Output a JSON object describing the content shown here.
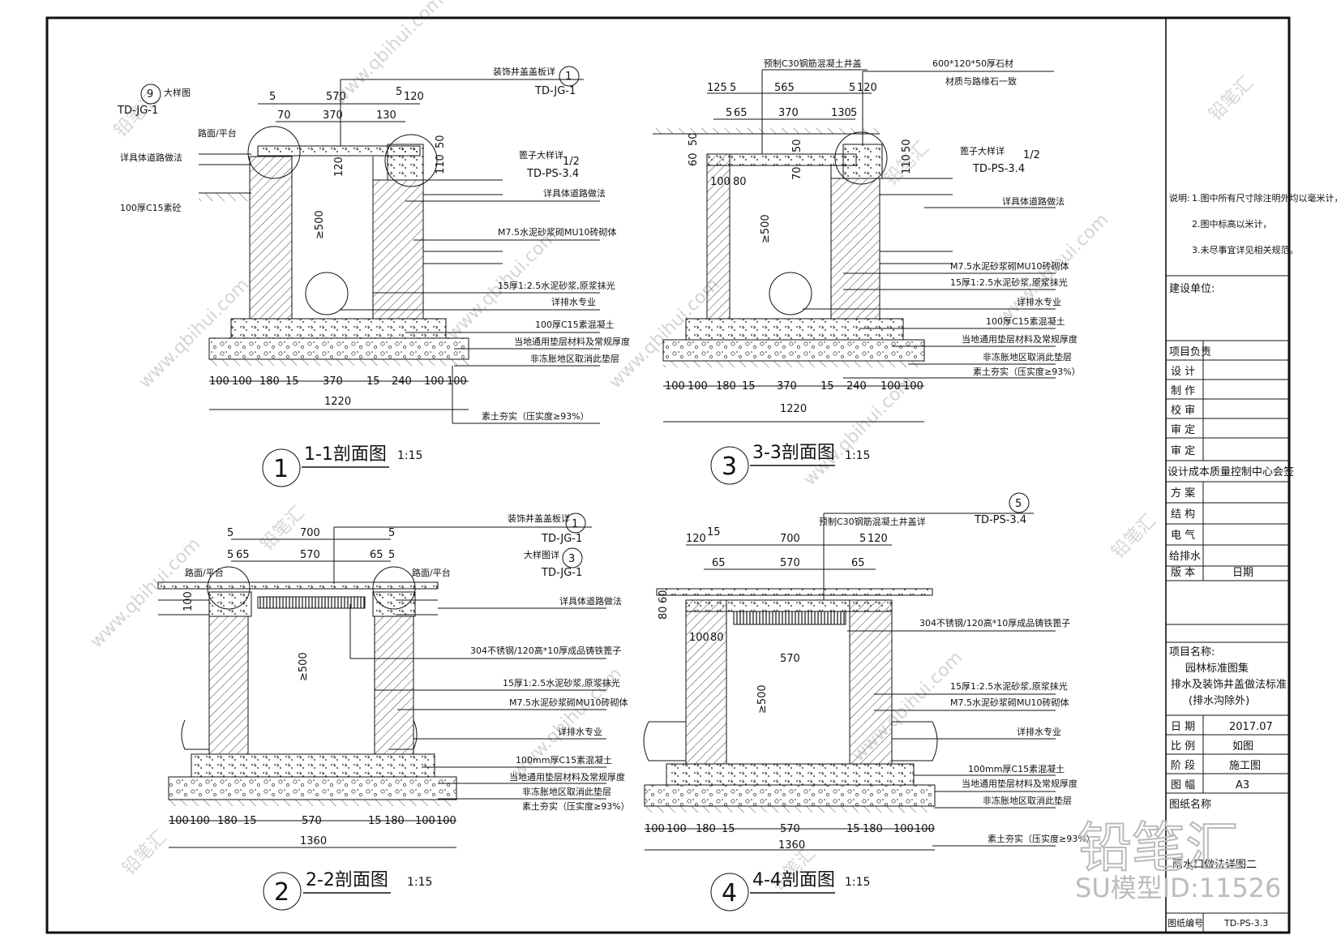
{
  "sections": {
    "s1": {
      "number": "1",
      "title": "1-1剖面图",
      "scale": "1:15",
      "top_dims": [
        "5",
        "570",
        "5",
        "120",
        "70",
        "370",
        "130"
      ],
      "bottom_dims": [
        "100",
        "100",
        "180",
        "15",
        "370",
        "15",
        "240",
        "100",
        "100"
      ],
      "total": "1220",
      "ref_jg": {
        "label": "装饰井盖盖板详",
        "num": "1",
        "code": "TD-JG-1"
      },
      "ref_detail": {
        "num": "9",
        "label": "大样图",
        "code": "TD-JG-1"
      },
      "ref_grate": {
        "label": "篦子大样详",
        "num": "1/2",
        "code": "TD-PS-3.4"
      },
      "side_dims": [
        "110",
        "50",
        "120",
        "≥500"
      ],
      "labels": [
        "路面/平台",
        "详具体道路做法",
        "100厚C15素砼",
        "详具体道路做法",
        "M7.5水泥砂浆砌MU10砖砌体",
        "15厚1:2.5水泥砂浆,原浆抹光",
        "详排水专业",
        "100厚C15素混凝土",
        "当地通用垫层材料及常规厚度",
        "非冻胀地区取消此垫层",
        "素土夯实（压实度≥93%）"
      ]
    },
    "s3": {
      "number": "3",
      "title": "3-3剖面图",
      "scale": "1:15",
      "top_dims": [
        "125",
        "5",
        "565",
        "5",
        "120",
        "5",
        "65",
        "370",
        "130",
        "5"
      ],
      "bottom_dims": [
        "100",
        "100",
        "180",
        "15",
        "370",
        "15",
        "240",
        "100",
        "100"
      ],
      "total": "1220",
      "ref_top": "预制C30钢筋混凝土井盖",
      "ref_stone": [
        "600*120*50厚石材",
        "材质与路缘石一致"
      ],
      "ref_grate": {
        "label": "篦子大样详",
        "num": "1/2",
        "code": "TD-PS-3.4"
      },
      "side_dims": [
        "60",
        "50",
        "100",
        "80",
        "70",
        "50",
        "110",
        "50",
        "≥500"
      ],
      "labels": [
        "详具体道路做法",
        "M7.5水泥砂浆砌MU10砖砌体",
        "15厚1:2.5水泥砂浆,原浆抹光",
        "详排水专业",
        "100厚C15素混凝土",
        "当地通用垫层材料及常规厚度",
        "非冻胀地区取消此垫层",
        "素土夯实（压实度≥93%）"
      ]
    },
    "s2": {
      "number": "2",
      "title": "2-2剖面图",
      "scale": "1:15",
      "top_dims": [
        "5",
        "700",
        "5",
        "5",
        "65",
        "570",
        "65",
        "5"
      ],
      "bottom_dims": [
        "100",
        "100",
        "180",
        "15",
        "570",
        "15",
        "180",
        "100",
        "100"
      ],
      "total": "1360",
      "ref_jg": {
        "label": "装饰井盖盖板详",
        "num": "1",
        "code": "TD-JG-1"
      },
      "ref_detail": {
        "label": "大样图详",
        "num": "3",
        "code": "TD-JG-1"
      },
      "side_dims": [
        "100",
        "≥500"
      ],
      "labels": [
        "路面/平台",
        "路面/平台",
        "详具体道路做法",
        "304不锈钢/120高*10厚成品铸铁篦子",
        "15厚1:2.5水泥砂浆,原浆抹光",
        "M7.5水泥砂浆砌MU10砖砌体",
        "详排水专业",
        "100mm厚C15素混凝土",
        "当地通用垫层材料及常规厚度",
        "非冻胀地区取消此垫层",
        "素土夯实（压实度≥93%）"
      ]
    },
    "s4": {
      "number": "4",
      "title": "4-4剖面图",
      "scale": "1:15",
      "top_dims": [
        "120",
        "15",
        "700",
        "5",
        "120",
        "65",
        "570",
        "65"
      ],
      "bottom_dims": [
        "100",
        "100",
        "180",
        "15",
        "570",
        "15",
        "180",
        "100",
        "100"
      ],
      "total": "1360",
      "mid_dim": "570",
      "ref_top": {
        "label": "预制C30钢筋混凝土井盖详",
        "num": "5",
        "code": "TD-PS-3.4"
      },
      "side_dims": [
        "80",
        "60",
        "100",
        "80",
        "≥500"
      ],
      "labels": [
        "304不锈钢/120高*10厚成品铸铁篦子",
        "15厚1:2.5水泥砂浆,原浆抹光",
        "M7.5水泥砂浆砌MU10砖砌体",
        "详排水专业",
        "100mm厚C15素混凝土",
        "当地通用垫层材料及常规厚度",
        "非冻胀地区取消此垫层",
        "素土夯实（压实度≥93%）"
      ]
    }
  },
  "title_block": {
    "notes_label": "说明:",
    "notes": [
      "1.图中所有尺寸除注明外均以毫米计，",
      "2.图中标高以米计，",
      "3.未尽事宜详见相关规范。"
    ],
    "client_label": "建设单位:",
    "rows": [
      {
        "label": "项目负责",
        "value": ""
      },
      {
        "label": "设 计",
        "value": ""
      },
      {
        "label": "制 作",
        "value": ""
      },
      {
        "label": "校 审",
        "value": ""
      },
      {
        "label": "审 定",
        "value": ""
      },
      {
        "label": "审 定",
        "value": ""
      }
    ],
    "org": "设计成本质量控制中心会签",
    "sign_rows": [
      {
        "label": "方 案",
        "value": ""
      },
      {
        "label": "结 构",
        "value": ""
      },
      {
        "label": "电 气",
        "value": ""
      },
      {
        "label": "给排水",
        "value": ""
      }
    ],
    "version_label": "版 本",
    "version_value": "日期",
    "project_label": "项目名称:",
    "project_lines": [
      "园林标准图集",
      "排水及装饰井盖做法标准",
      "(排水沟除外)"
    ],
    "info_rows": [
      {
        "label": "日 期",
        "value": "2017.07"
      },
      {
        "label": "比 例",
        "value": "如图"
      },
      {
        "label": "阶 段",
        "value": "施工图"
      },
      {
        "label": "图 幅",
        "value": "A3"
      }
    ],
    "drawing_name_label": "图纸名称",
    "drawing_name": "雨水口做法详图二",
    "drawing_no_label": "图纸编号",
    "drawing_no": "TD-PS-3.3"
  },
  "watermark": {
    "brand": "铅笔汇",
    "site": "www.qbihui.com",
    "id": "SU模型ID:11526"
  }
}
